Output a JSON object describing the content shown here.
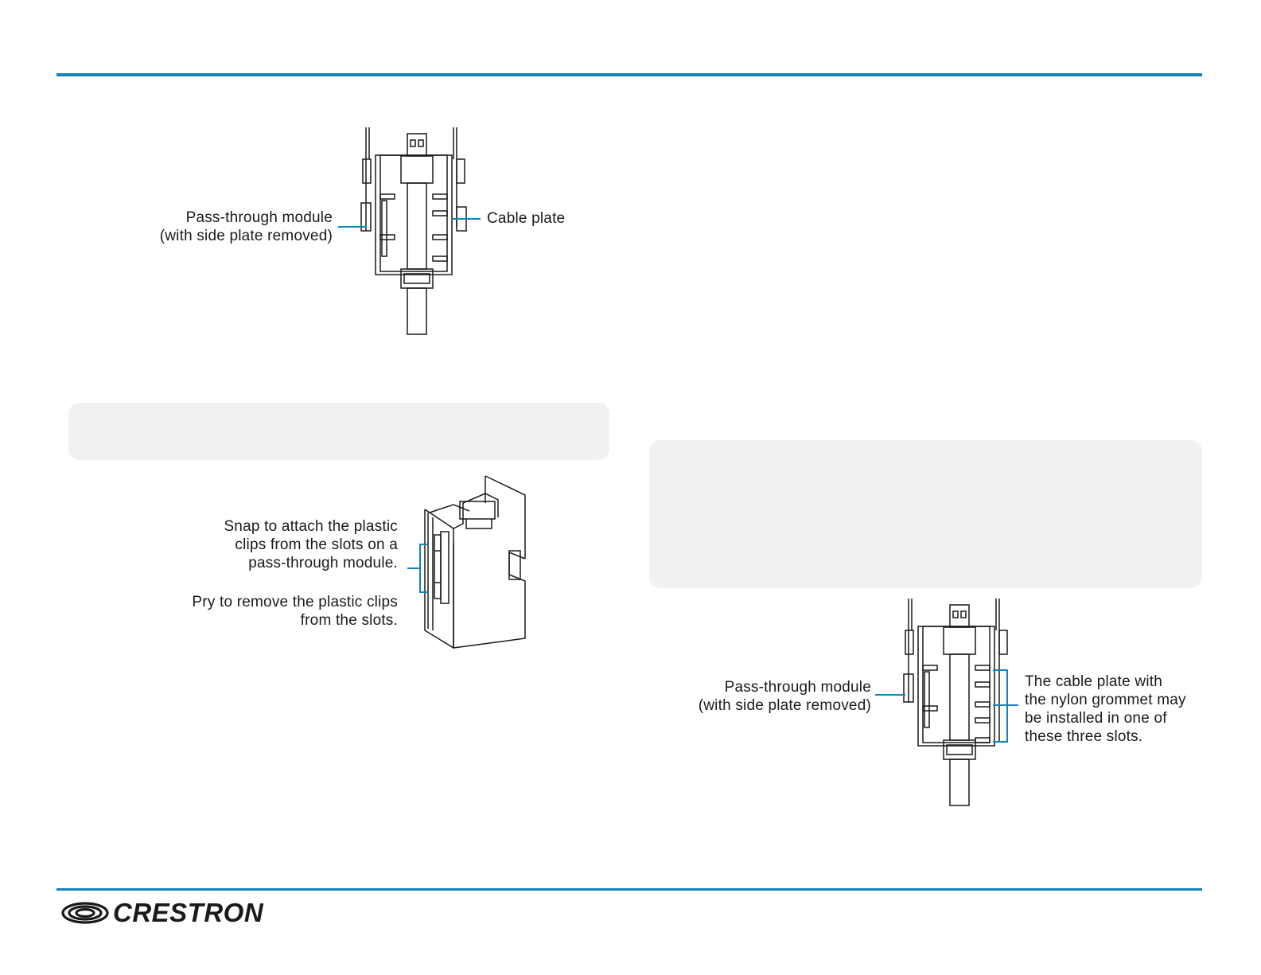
{
  "figure1": {
    "label_module": [
      "Pass-through module",
      "(with side plate removed)"
    ],
    "label_plate": [
      "Cable plate"
    ]
  },
  "figure2": {
    "label_snap": [
      "Snap to attach the plastic",
      "clips from the slots on a",
      "pass-through module."
    ],
    "label_pry": [
      "Pry to remove the plastic clips",
      "from the slots."
    ]
  },
  "figure3": {
    "label_module": [
      "Pass-through module",
      "(with side plate removed)"
    ],
    "label_slots": [
      "The cable plate with",
      "the nylon grommet may",
      "be installed in one of",
      "these three slots."
    ]
  },
  "footer": {
    "logo_text": "CRESTRON"
  },
  "colors": {
    "accent": "#1582b8",
    "callout": "#f1f1f1",
    "line": "#1a1a1a"
  }
}
